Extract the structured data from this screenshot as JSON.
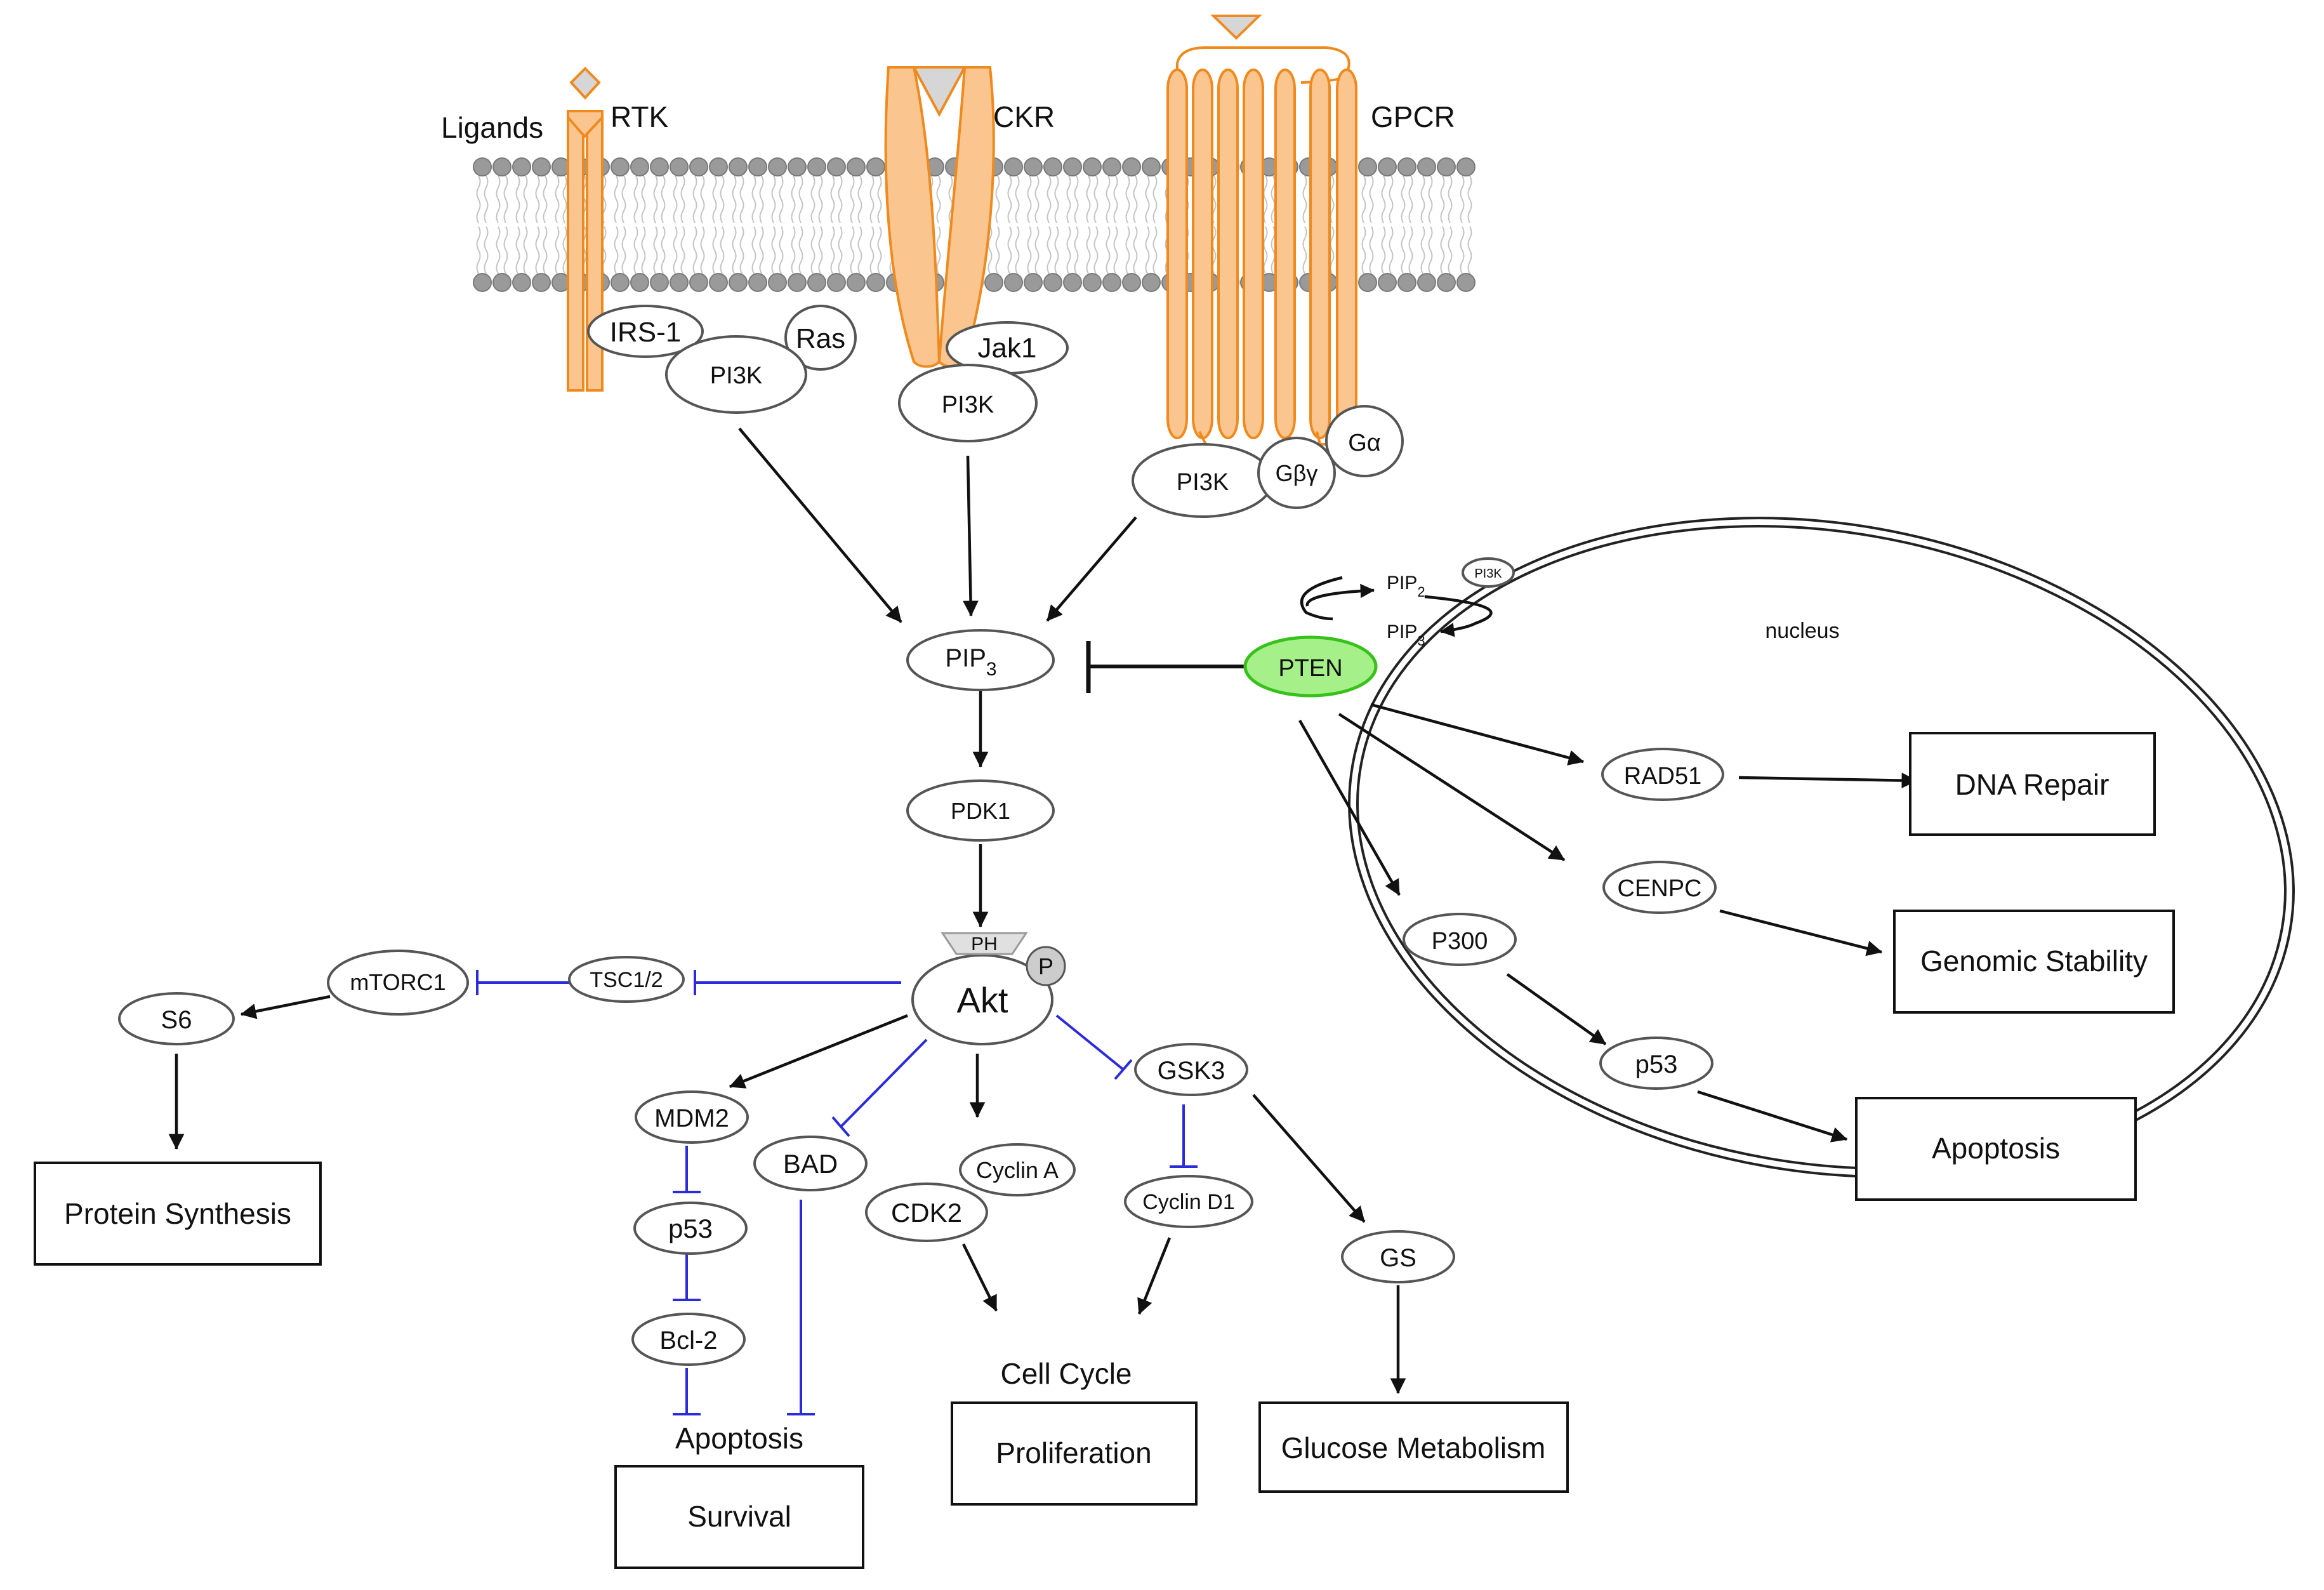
{
  "labels": {
    "ligands": "Ligands",
    "rtk": "RTK",
    "ckr": "CKR",
    "gpcr": "GPCR",
    "irs1": "IRS-1",
    "ras": "Ras",
    "pi3k": "PI3K",
    "jak1": "Jak1",
    "g_beta_gamma": "Gβγ",
    "g_alpha": "Gα",
    "pip2": "PIP",
    "pip2_sub": "2",
    "pip3_small": "PIP",
    "pip3_small_sub": "3",
    "pi3k_small": "PI3K",
    "pip3": "PIP",
    "pip3_sub": "3",
    "pten": "PTEN",
    "nucleus": "nucleus",
    "pdk1": "PDK1",
    "ph": "PH",
    "p": "P",
    "akt": "Akt",
    "tsc12": "TSC1/2",
    "mtorc1": "mTORC1",
    "s6": "S6",
    "protein_synthesis": "Protein Synthesis",
    "mdm2": "MDM2",
    "p53": "p53",
    "bcl2": "Bcl-2",
    "bad": "BAD",
    "apoptosis": "Apoptosis",
    "survival": "Survival",
    "cyclin_a": "Cyclin A",
    "cdk2": "CDK2",
    "gsk3": "GSK3",
    "cyclin_d1": "Cyclin D1",
    "cell_cycle": "Cell Cycle",
    "proliferation": "Proliferation",
    "gs": "GS",
    "glucose_metabolism": "Glucose Metabolism",
    "rad51": "RAD51",
    "dna_repair": "DNA Repair",
    "cenpc": "CENPC",
    "genomic_stability": "Genomic Stability",
    "p300": "P300",
    "p53_nuclear": "p53",
    "apoptosis_nuclear": "Apoptosis"
  },
  "colors": {
    "receptor_fill": "#fbc58f",
    "receptor_stroke": "#ee8a1e",
    "pten_fill": "#a6f08a",
    "pten_stroke": "#37c21b",
    "inhibition": "#2b2bdc",
    "activation": "#111111",
    "membrane_head": "#9a9a9a"
  }
}
